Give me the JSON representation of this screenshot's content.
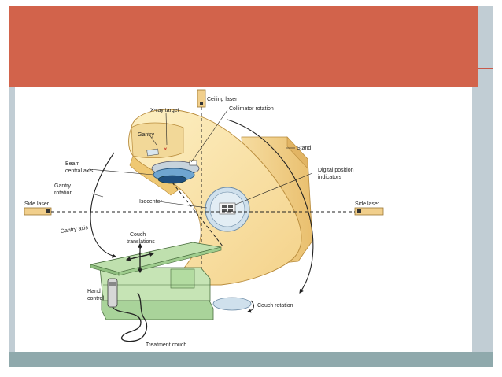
{
  "slide": {
    "banner_color": "#d2634b",
    "frame_color": "#c1cdd4",
    "bottom_bar_color": "#8fa9ac",
    "title": ""
  },
  "diagram": {
    "labels": {
      "ceiling_laser": "Ceiling laser",
      "x_ray_target": "X-ray target",
      "collimator_rotation": "Collimator rotation",
      "gantry": "Gantry",
      "stand": "Stand",
      "beam_central_axis_1": "Beam",
      "beam_central_axis_2": "central axis",
      "digital_position_1": "Digital position",
      "digital_position_2": "indicators",
      "gantry_rotation_1": "Gantry",
      "gantry_rotation_2": "rotation",
      "isocenter": "Isocenter",
      "side_laser_left": "Side laser",
      "side_laser_right": "Side laser",
      "gantry_axis": "Gantry axis",
      "couch_translations_1": "Couch",
      "couch_translations_2": "translations",
      "hand_control_1": "Hand",
      "hand_control_2": "control",
      "couch_rotation": "Couch rotation",
      "treatment_couch": "Treatment couch"
    }
  }
}
